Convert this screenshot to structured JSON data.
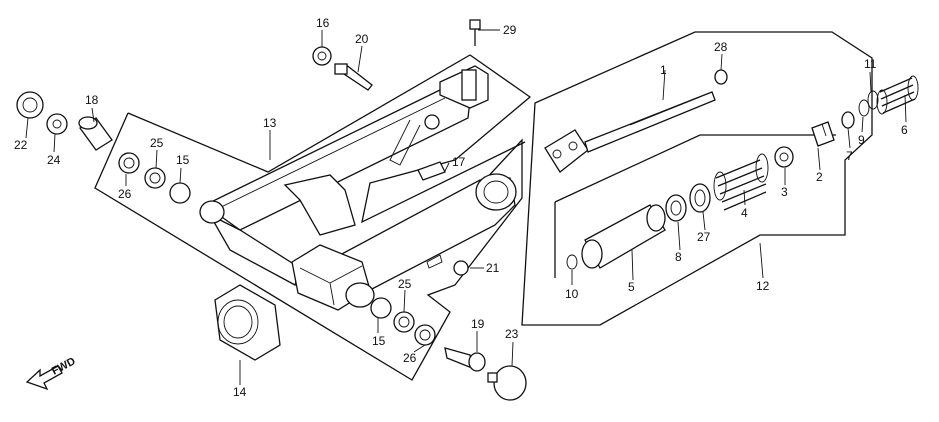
{
  "diagram": {
    "direction_label": "FWD",
    "callouts": {
      "c1": "1",
      "c2": "2",
      "c3": "3",
      "c4": "4",
      "c5": "5",
      "c6": "6",
      "c7": "7",
      "c8": "8",
      "c9": "9",
      "c10": "10",
      "c11": "11",
      "c12": "12",
      "c13": "13",
      "c14": "14",
      "c15a": "15",
      "c15b": "15",
      "c16": "16",
      "c17": "17",
      "c18": "18",
      "c19": "19",
      "c20": "20",
      "c21": "21",
      "c22": "22",
      "c23": "23",
      "c24": "24",
      "c25a": "25",
      "c25b": "25",
      "c26a": "26",
      "c26b": "26",
      "c27": "27",
      "c28": "28",
      "c29": "29"
    }
  }
}
